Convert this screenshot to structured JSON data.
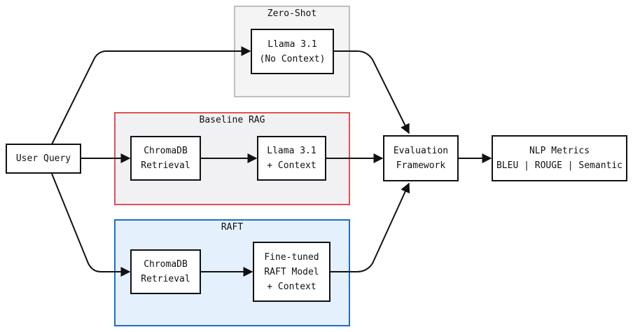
{
  "groups": {
    "zero_shot": {
      "title": "Zero-Shot",
      "border": "#bfbfbf",
      "fill": "#f4f4f4"
    },
    "baseline_rag": {
      "title": "Baseline RAG",
      "border": "#e05252",
      "fill": "#f1f1f4"
    },
    "raft": {
      "title": "RAFT",
      "border": "#1f6fbf",
      "fill": "#e4f0fc"
    }
  },
  "nodes": {
    "user_query": {
      "lines": [
        "User Query"
      ]
    },
    "zs_llama": {
      "lines": [
        "Llama 3.1",
        "(No Context)"
      ]
    },
    "rag_chroma": {
      "lines": [
        "ChromaDB",
        "Retrieval"
      ]
    },
    "rag_llama": {
      "lines": [
        "Llama 3.1",
        "+ Context"
      ]
    },
    "raft_chroma": {
      "lines": [
        "ChromaDB",
        "Retrieval"
      ]
    },
    "raft_model": {
      "lines": [
        "Fine-tuned",
        "RAFT Model",
        "+ Context"
      ]
    },
    "evaluation": {
      "lines": [
        "Evaluation",
        "Framework"
      ]
    },
    "nlp_metrics": {
      "lines": [
        "NLP Metrics",
        "BLEU | ROUGE | Semantic"
      ]
    }
  },
  "edges": [
    [
      "user_query",
      "zs_llama"
    ],
    [
      "user_query",
      "rag_chroma"
    ],
    [
      "user_query",
      "raft_chroma"
    ],
    [
      "rag_chroma",
      "rag_llama"
    ],
    [
      "raft_chroma",
      "raft_model"
    ],
    [
      "zs_llama",
      "evaluation"
    ],
    [
      "rag_llama",
      "evaluation"
    ],
    [
      "raft_model",
      "evaluation"
    ],
    [
      "evaluation",
      "nlp_metrics"
    ]
  ]
}
